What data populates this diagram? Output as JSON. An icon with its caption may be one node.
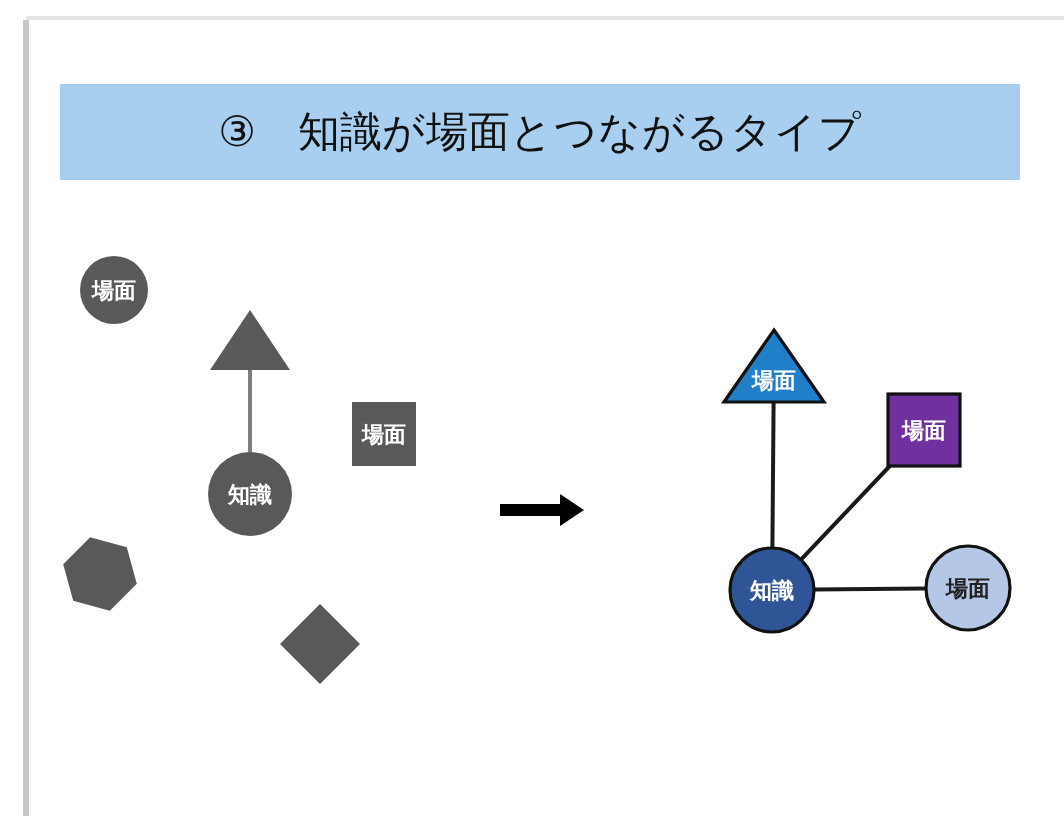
{
  "diagram": {
    "title": "③　知識が場面とつながるタイプ",
    "nodes": [
      {
        "text": [
          "場面"
        ]
      },
      {
        "text": [],
        "shape": "triangle"
      },
      {
        "text": [
          "場面"
        ]
      },
      {
        "text": [
          "知識"
        ]
      },
      {
        "text": [],
        "shape": "hexagon"
      },
      {
        "text": [],
        "shape": "diamond"
      },
      {
        "text": [
          "場面"
        ]
      },
      {
        "text": [
          "場面"
        ]
      },
      {
        "text": [
          "知識"
        ]
      },
      {
        "text": [
          "場面"
        ]
      }
    ],
    "edges": [
      {
        "from": 3,
        "to": 1,
        "arrow": "none",
        "color": "#7f7f7f"
      },
      {
        "from": 8,
        "to": 6,
        "arrow": "none"
      },
      {
        "from": 8,
        "to": 7,
        "arrow": "none"
      },
      {
        "from": 8,
        "to": 9,
        "arrow": "none"
      }
    ]
  }
}
